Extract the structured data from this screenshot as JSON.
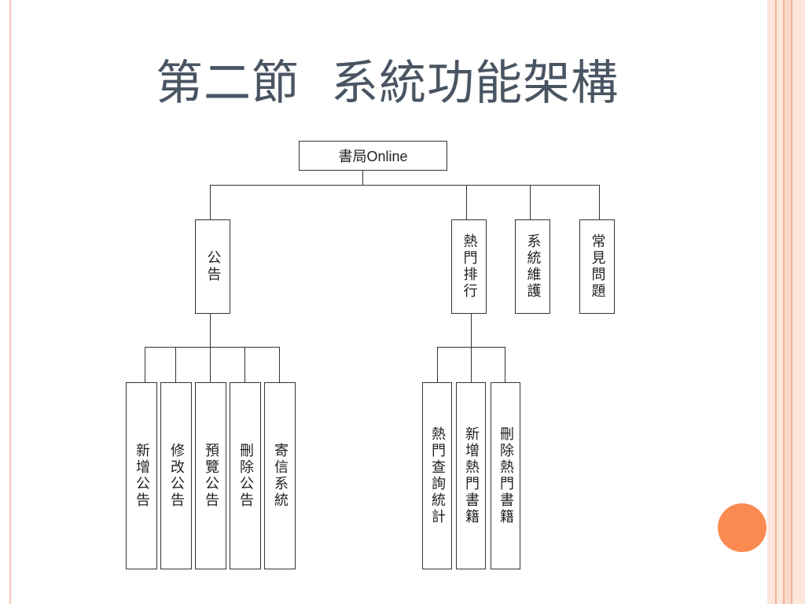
{
  "title": "第二節  系統功能架構",
  "root": "書局Online",
  "level1": {
    "announcement": "公告",
    "hot_ranking": "熱門排行",
    "system_maintenance": "系統維護",
    "faq": "常見問題"
  },
  "announcement_children": [
    "新增公告",
    "修改公告",
    "預覽公告",
    "刪除公告",
    "寄信系統"
  ],
  "hot_ranking_children": [
    "熱門查詢統計",
    "新增熱門書籍",
    "刪除熱門書籍"
  ],
  "colors": {
    "accent_circle": "#fb8a50",
    "stripe_light": "#fbd9cb",
    "stripe_mid": "#f4b39a",
    "title_text": "#4a5563"
  }
}
